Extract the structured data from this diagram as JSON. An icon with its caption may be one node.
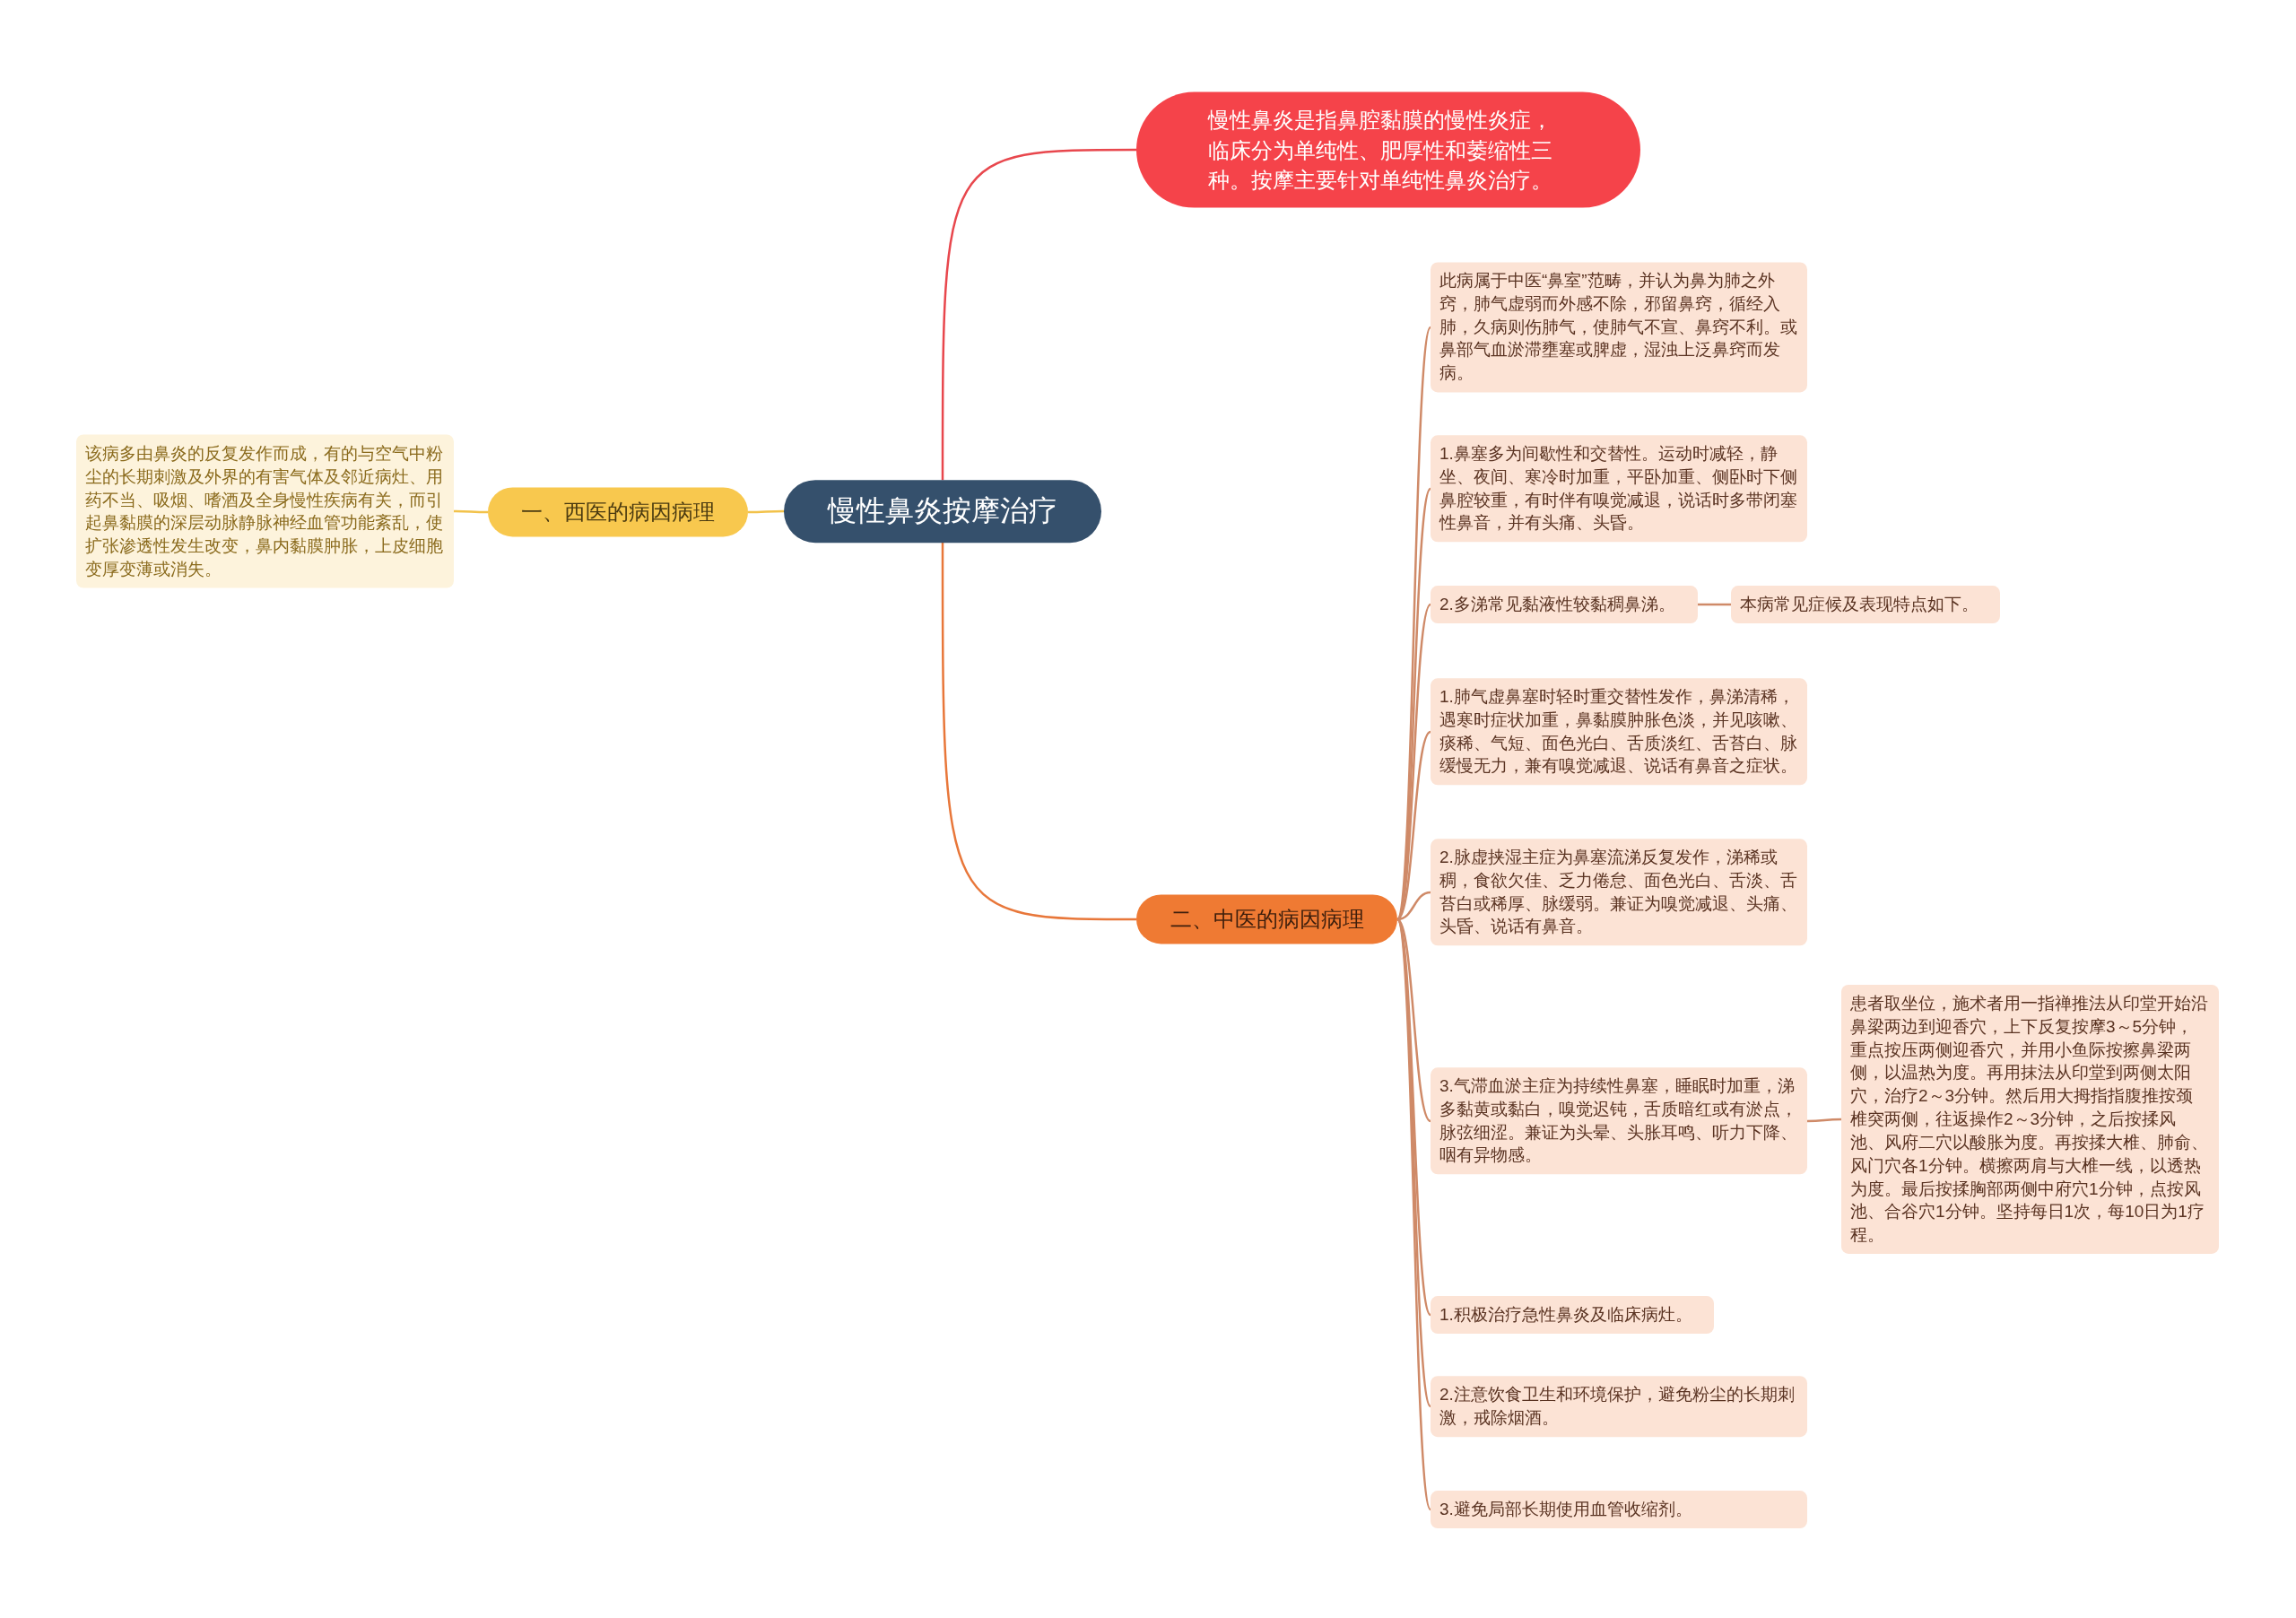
{
  "diagram": {
    "nodes": [
      {
        "text": [
          "慢性鼻炎按摩治疗"
        ]
      },
      {
        "text": [
          "慢性鼻炎是指鼻腔黏膜的慢性炎症，临床分为单纯性、肥厚性和萎缩性三种。按摩主要针对单纯性鼻炎治疗。"
        ]
      },
      {
        "text": [
          "一、西医的病因病理"
        ]
      },
      {
        "text": [
          "该病多由鼻炎的反复发作而成，有的与空气中粉尘的长期刺激及外界的有害气体及邻近病灶、用药不当、吸烟、嗜酒及全身慢性疾病有关，而引起鼻黏膜的深层动脉静脉神经血管功能紊乱，使扩张渗透性发生改变，鼻内黏膜肿胀，上皮细胞变厚变薄或消失。"
        ]
      },
      {
        "text": [
          "二、中医的病因病理"
        ]
      },
      {
        "text": [
          "此病属于中医“鼻室”范畴，并认为鼻为肺之外窍，肺气虚弱而外感不除，邪留鼻窍，循经入肺，久病则伤肺气，使肺气不宣、鼻窍不利。或鼻部气血淤滞壅塞或脾虚，湿浊上泛鼻窍而发病。"
        ]
      },
      {
        "text": [
          "1.鼻塞多为间歇性和交替性。运动时减轻，静坐、夜间、寒冷时加重，平卧加重、侧卧时下侧鼻腔较重，有时伴有嗅觉减退，说话时多带闭塞性鼻音，并有头痛、头昏。"
        ]
      },
      {
        "text": [
          "2.多涕常见黏液性较黏稠鼻涕。"
        ]
      },
      {
        "text": [
          "本病常见症候及表现特点如下。"
        ]
      },
      {
        "text": [
          "1.肺气虚鼻塞时轻时重交替性发作，鼻涕清稀，遇寒时症状加重，鼻黏膜肿胀色淡，并见咳嗽、痰稀、气短、面色光白、舌质淡红、舌苔白、脉缓慢无力，兼有嗅觉减退、说话有鼻音之症状。"
        ]
      },
      {
        "text": [
          "2.脉虚挟湿主症为鼻塞流涕反复发作，涕稀或稠，食欲欠佳、乏力倦怠、面色光白、舌淡、舌苔白或稀厚、脉缓弱。兼证为嗅觉减退、头痛、头昏、说话有鼻音。"
        ]
      },
      {
        "text": [
          "3.气滞血淤主症为持续性鼻塞，睡眠时加重，涕多黏黄或黏白，嗅觉迟钝，舌质暗红或有淤点，脉弦细涩。兼证为头晕、头胀耳鸣、听力下降、咽有异物感。"
        ]
      },
      {
        "text": [
          "患者取坐位，施术者用一指禅推法从印堂开始沿鼻梁两边到迎香穴，上下反复按摩3～5分钟，重点按压两侧迎香穴，并用小鱼际按擦鼻梁两侧，以温热为度。再用抹法从印堂到两侧太阳穴，治疗2～3分钟。然后用大拇指指腹推按颈椎突两侧，往返操作2～3分钟，之后按揉风池、风府二穴以酸胀为度。再按揉大椎、肺俞、风门穴各1分钟。横擦两肩与大椎一线，以透热为度。最后按揉胸部两侧中府穴1分钟，点按风池、合谷穴1分钟。坚持每日1次，每10日为1疗程。"
        ]
      },
      {
        "text": [
          "1.积极治疗急性鼻炎及临床病灶。"
        ]
      },
      {
        "text": [
          "2.注意饮食卫生和环境保护，避免粉尘的长期刺激，戒除烟酒。"
        ]
      },
      {
        "text": [
          "3.避免局部长期使用血管收缩剂。"
        ]
      }
    ],
    "edges": [
      {
        "from": 0,
        "to": 1,
        "arrow": "none",
        "color": "#e8474d"
      },
      {
        "from": 0,
        "to": 2,
        "arrow": "none",
        "color": "#f2c24a"
      },
      {
        "from": 2,
        "to": 3,
        "arrow": "none",
        "color": "#f2c24a"
      },
      {
        "from": 0,
        "to": 4,
        "arrow": "none",
        "color": "#e8773a"
      },
      {
        "from": 4,
        "to": 5,
        "arrow": "none"
      },
      {
        "from": 4,
        "to": 6,
        "arrow": "none"
      },
      {
        "from": 4,
        "to": 7,
        "arrow": "none"
      },
      {
        "from": 7,
        "to": 8,
        "arrow": "none"
      },
      {
        "from": 4,
        "to": 9,
        "arrow": "none"
      },
      {
        "from": 4,
        "to": 10,
        "arrow": "none"
      },
      {
        "from": 4,
        "to": 11,
        "arrow": "none"
      },
      {
        "from": 11,
        "to": 12,
        "arrow": "none"
      },
      {
        "from": 4,
        "to": 13,
        "arrow": "none"
      },
      {
        "from": 4,
        "to": 14,
        "arrow": "none"
      },
      {
        "from": 4,
        "to": 15,
        "arrow": "none"
      }
    ]
  }
}
